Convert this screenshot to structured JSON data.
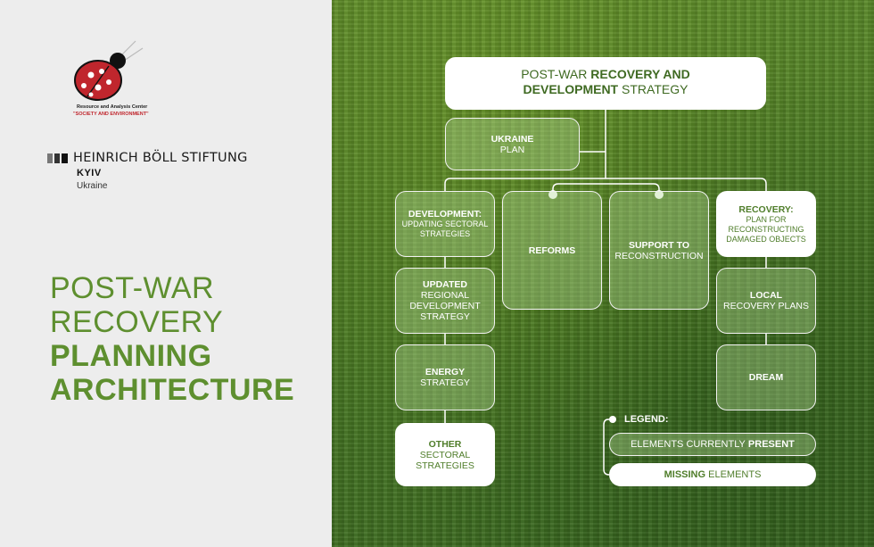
{
  "logos": {
    "rac_name": "Resource and Analysis Center",
    "rac_motto": "\"SOCIETY AND ENVIRONMENT\"",
    "hbs_name": "HEINRICH BÖLL STIFTUNG",
    "hbs_city": "KYIV",
    "hbs_country": "Ukraine"
  },
  "title": {
    "line1": "POST-WAR",
    "line2": "RECOVERY",
    "line3": "PLANNING",
    "line4": "ARCHITECTURE"
  },
  "diagram": {
    "top": {
      "part1": "POST-WAR ",
      "part2": "RECOVERY AND",
      "part3": "DEVELOPMENT",
      "part4": " STRATEGY"
    },
    "ukraine_plan": {
      "bold": "UKRAINE",
      "normal": "PLAN"
    },
    "development": {
      "bold": "DEVELOPMENT:",
      "normal": "UPDATING SECTORAL STRATEGIES"
    },
    "reforms": {
      "bold": "REFORMS"
    },
    "support": {
      "bold": "SUPPORT TO",
      "normal": "RECONSTRUCTION"
    },
    "recovery": {
      "bold": "RECOVERY:",
      "normal": "PLAN FOR RECONSTRUCTING DAMAGED OBJECTS"
    },
    "updated_regional": {
      "bold": "UPDATED",
      "normal": "REGIONAL DEVELOPMENT STRATEGY"
    },
    "local_recovery": {
      "bold": "LOCAL",
      "normal": "RECOVERY PLANS"
    },
    "energy": {
      "bold": "ENERGY",
      "normal": "STRATEGY"
    },
    "dream": {
      "bold": "DREAM"
    },
    "other": {
      "bold": "OTHER",
      "normal": "SECTORAL STRATEGIES"
    }
  },
  "legend": {
    "title": "LEGEND:",
    "present_normal": "ELEMENTS CURRENTLY ",
    "present_bold": "PRESENT",
    "missing_bold": "MISSING",
    "missing_normal": " ELEMENTS"
  },
  "colors": {
    "accent_green": "#5e8f2f",
    "dark_green": "#3f6a22",
    "field_green": "#4d7a25",
    "ladybug_red": "#c0262d"
  }
}
